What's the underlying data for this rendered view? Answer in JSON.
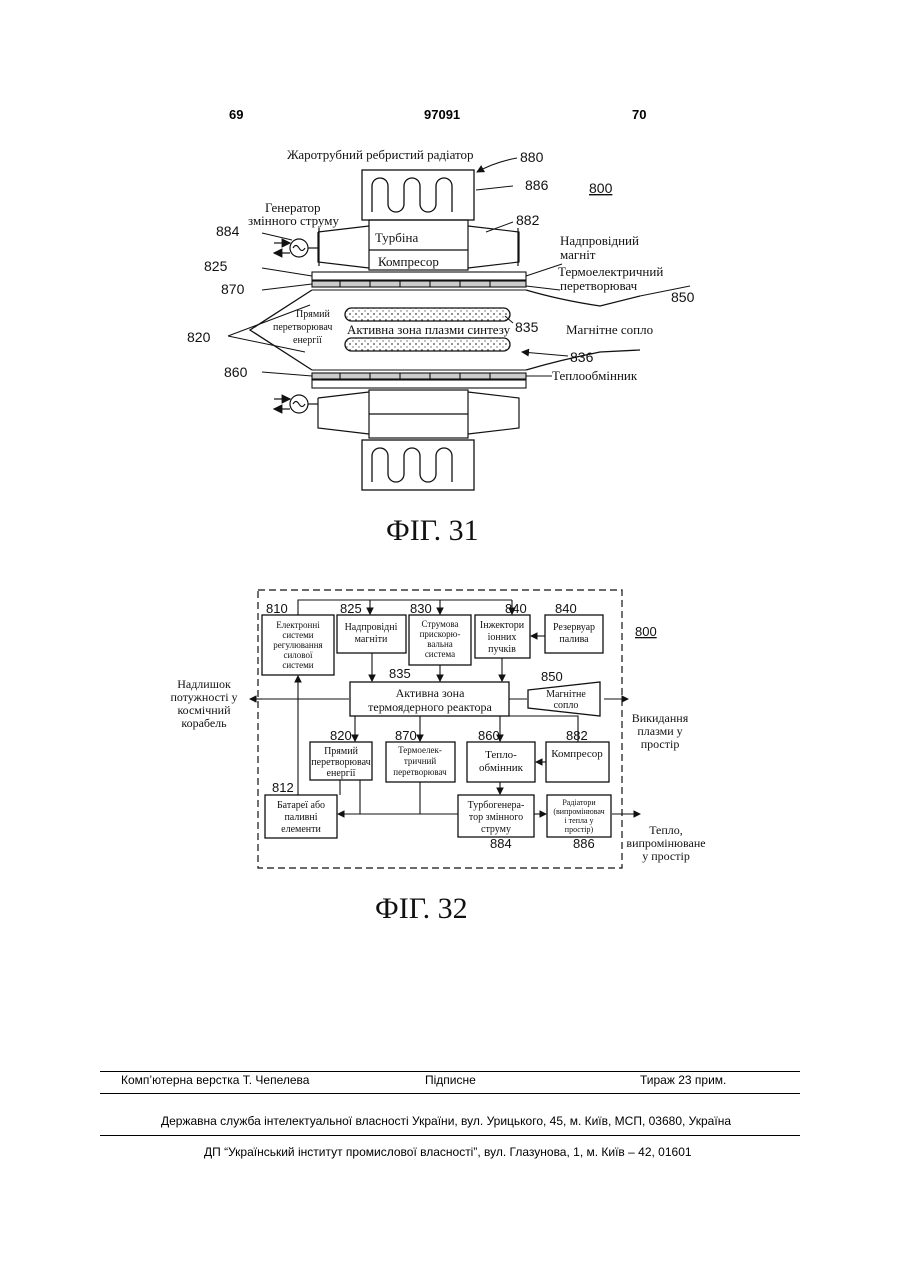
{
  "header": {
    "left": "69",
    "center": "97091",
    "right": "70"
  },
  "fig31": {
    "caption": "ФІГ. 31",
    "labels": {
      "radiator": "Жаротрубний ребристий радіатор",
      "generator1": "Генератор",
      "generator2": "змінного струму",
      "turbine": "Турбіна",
      "compressor": "Компресор",
      "magnet1": "Надпровідний",
      "magnet2": "магніт",
      "thermo1": "Термоелектричний",
      "thermo2": "перетворювач",
      "direct1": "Прямий",
      "direct2": "перетворювач",
      "direct3": "енергії",
      "core": "Активна зона плазми синтезу",
      "nozzle": "Магнітне сопло",
      "exchanger": "Теплообмінник"
    },
    "numbers": {
      "n880": "880",
      "n886": "886",
      "n800": "800",
      "n882": "882",
      "n884": "884",
      "n825": "825",
      "n870": "870",
      "n850": "850",
      "n820": "820",
      "n835": "835",
      "n836": "836",
      "n860": "860"
    }
  },
  "fig32": {
    "caption": "ФІГ. 32",
    "numbers": {
      "n810": "810",
      "n825": "825",
      "n830": "830",
      "n840a": "840",
      "n840b": "840",
      "n800": "800",
      "n835": "835",
      "n850": "850",
      "n820": "820",
      "n870": "870",
      "n860": "860",
      "n882": "882",
      "n812": "812",
      "n884": "884",
      "n886": "886"
    },
    "blocks": {
      "electronics": [
        "Електронні",
        "системи",
        "регулювання",
        "силової",
        "системи"
      ],
      "magnets": [
        "Надпровідні",
        "магніти"
      ],
      "accelerator": [
        "Струмова",
        "прискорю-",
        "вальна",
        "система"
      ],
      "injectors": [
        "Інжектори",
        "іонних",
        "пучків"
      ],
      "reservoir": [
        "Резервуар",
        "палива"
      ],
      "core": [
        "Активна зона",
        "термоядерного реактора"
      ],
      "nozzle": [
        "Магнітне",
        "сопло"
      ],
      "direct": [
        "Прямий",
        "перетворювач",
        "енергії"
      ],
      "thermo": [
        "Термоелек-",
        "тричний",
        "перетворювач"
      ],
      "exchanger": [
        "Тепло-",
        "обмінник"
      ],
      "compressor": [
        "Компресор"
      ],
      "batteries": [
        "Батареї або",
        "паливні",
        "елементи"
      ],
      "turbo": [
        "Турбогенера-",
        "тор змінного",
        "струму"
      ],
      "radiators": [
        "Радіатори",
        "(випромінювач",
        "і тепла у",
        "простір)"
      ]
    },
    "outside": {
      "excess": [
        "Надлишок",
        "потужності у",
        "космічний",
        "корабель"
      ],
      "exhaust": [
        "Викидання",
        "плазми у",
        "простір"
      ],
      "heat": [
        "Тепло,",
        "випромінюване",
        "у простір"
      ]
    }
  },
  "footer": {
    "layout": "Комп’ютерна верстка Т. Чепелева",
    "subscription": "Підписне",
    "circulation": "Тираж 23 прим.",
    "office": "Державна служба інтелектуальної власності України, вул. Урицького, 45, м. Київ, МСП, 03680, Україна",
    "institute": "ДП “Український інститут промислової власності”, вул. Глазунова, 1, м. Київ – 42, 01601"
  }
}
